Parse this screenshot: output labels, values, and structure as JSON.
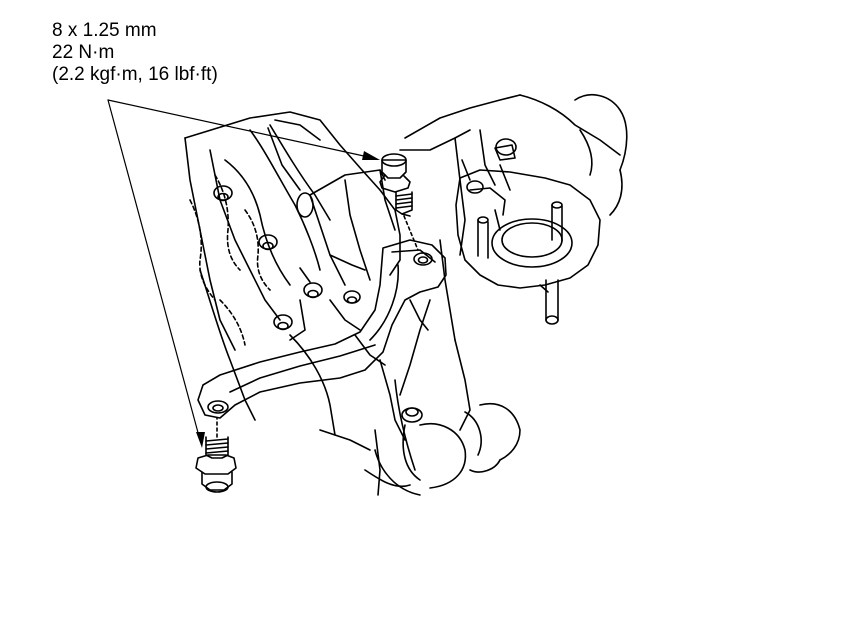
{
  "callout": {
    "size": "8 x 1.25 mm",
    "torque_nm": "22 N·m",
    "torque_alt": "(2.2 kgf·m, 16 lbf·ft)"
  }
}
